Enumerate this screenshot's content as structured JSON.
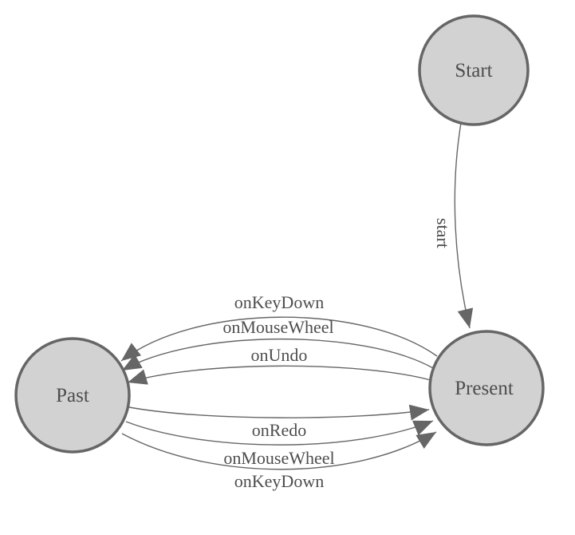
{
  "diagram": {
    "type": "state-machine",
    "nodes": [
      {
        "id": "start",
        "label": "Start"
      },
      {
        "id": "present",
        "label": "Present"
      },
      {
        "id": "past",
        "label": "Past"
      }
    ],
    "edges": [
      {
        "label": "start",
        "from": "Start",
        "to": "Present"
      },
      {
        "label": "onKeyDown",
        "from": "Present",
        "to": "Past"
      },
      {
        "label": "onMouseWheel",
        "from": "Present",
        "to": "Past"
      },
      {
        "label": "onUndo",
        "from": "Present",
        "to": "Past"
      },
      {
        "label": "onRedo",
        "from": "Past",
        "to": "Present"
      },
      {
        "label": "onMouseWheel",
        "from": "Past",
        "to": "Present"
      },
      {
        "label": "onKeyDown",
        "from": "Past",
        "to": "Present"
      }
    ],
    "colors": {
      "node_fill": "#d2d2d2",
      "node_stroke": "#666666",
      "edge_stroke": "#666666",
      "text": "#4d4d4d",
      "background": "#ffffff"
    }
  }
}
